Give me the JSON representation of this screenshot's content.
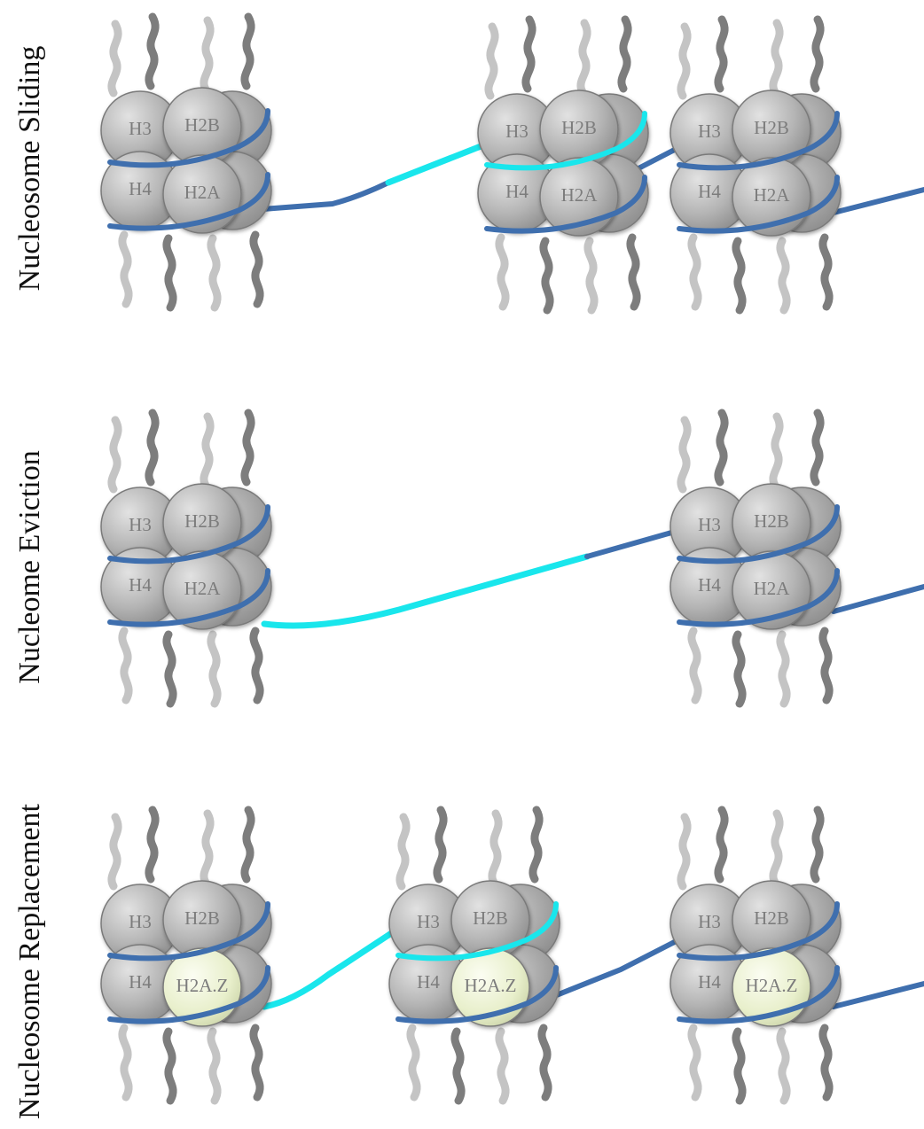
{
  "rows": [
    {
      "label": "Nucleosome Sliding",
      "nucleosomes": [
        {
          "labels": {
            "h3": "H3",
            "h2b": "H2B",
            "h4": "H4",
            "h2a": "H2A"
          },
          "variant": false,
          "highlight_top": false
        },
        {
          "labels": {
            "h3": "H3",
            "h2b": "H2B",
            "h4": "H4",
            "h2a": "H2A"
          },
          "variant": false,
          "highlight_top": true
        },
        {
          "labels": {
            "h3": "H3",
            "h2b": "H2B",
            "h4": "H4",
            "h2a": "H2A"
          },
          "variant": false,
          "highlight_top": false
        }
      ]
    },
    {
      "label": "Nucleome Eviction",
      "nucleosomes": [
        {
          "labels": {
            "h3": "H3",
            "h2b": "H2B",
            "h4": "H4",
            "h2a": "H2A"
          },
          "variant": false,
          "highlight_top": false
        },
        {
          "labels": {
            "h3": "H3",
            "h2b": "H2B",
            "h4": "H4",
            "h2a": "H2A"
          },
          "variant": false,
          "highlight_top": false
        }
      ]
    },
    {
      "label": "Nucleosome Replacement",
      "nucleosomes": [
        {
          "labels": {
            "h3": "H3",
            "h2b": "H2B",
            "h4": "H4",
            "h2a": "H2A.Z"
          },
          "variant": true,
          "highlight_top": false
        },
        {
          "labels": {
            "h3": "H3",
            "h2b": "H2B",
            "h4": "H4",
            "h2a": "H2A.Z"
          },
          "variant": true,
          "highlight_top": true
        },
        {
          "labels": {
            "h3": "H3",
            "h2b": "H2B",
            "h4": "H4",
            "h2a": "H2A.Z"
          },
          "variant": true,
          "highlight_top": false
        }
      ]
    }
  ],
  "colors": {
    "histone": "#b9b9b9",
    "histone_dark": "#8a8a8a",
    "variant_histone": "#e9f0cf",
    "dna": "#3f6fae",
    "dna_highlight": "#19e6ec",
    "tail_light": "#c4c4c4",
    "tail_dark": "#7d7d7d",
    "label_text": "#7c7c7c"
  }
}
